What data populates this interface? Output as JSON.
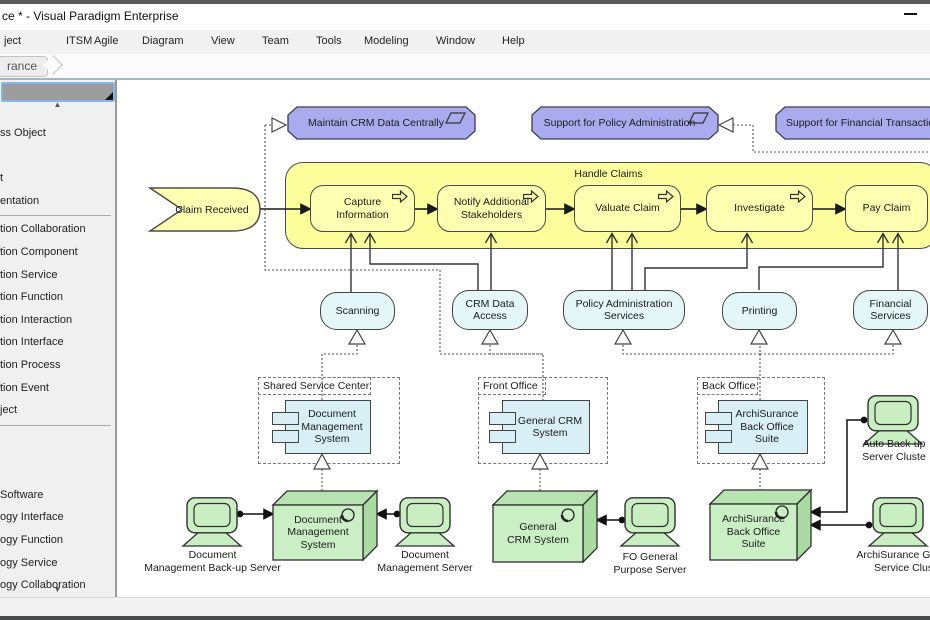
{
  "window": {
    "title": "ce * - Visual Paradigm Enterprise",
    "minimize": "minimize"
  },
  "menu": {
    "items": [
      "ject",
      "ITSM",
      "Agile",
      "Diagram",
      "View",
      "Team",
      "Tools",
      "Modeling",
      "Window",
      "Help"
    ]
  },
  "breadcrumb": {
    "item": "rance"
  },
  "palette": {
    "scroll_up": "▲",
    "scroll_down": "▼",
    "items": [
      {
        "label": "ss Object"
      },
      {
        "label": ""
      },
      {
        "label": "t"
      },
      {
        "label": "entation"
      },
      {
        "divider": true
      },
      {
        "label": "tion Collaboration"
      },
      {
        "label": "tion Component"
      },
      {
        "label": "tion Service"
      },
      {
        "label": "tion Function"
      },
      {
        "label": "tion Interaction"
      },
      {
        "label": "tion Interface"
      },
      {
        "label": "tion Process"
      },
      {
        "label": "tion Event"
      },
      {
        "label": "ject"
      },
      {
        "divider": true
      },
      {
        "label": "",
        "tall": true
      },
      {
        "label": "",
        "tall": true
      },
      {
        "label": "Software"
      },
      {
        "label": "ogy Interface"
      },
      {
        "label": "ogy Function"
      },
      {
        "label": "ogy Service"
      },
      {
        "label": "ogy Collaboration"
      }
    ]
  },
  "colors": {
    "app_service_fill": "#a9abee",
    "yellow_container_fill": "#fcff9b",
    "yellow_process_fill": "#feffb0",
    "cyan_service_fill": "#e3f6f8",
    "component_fill": "#d8eff6",
    "node_fill": "#cbefc5",
    "selection_border": "#84b6e8"
  },
  "diagram": {
    "app_services": [
      {
        "label": "Maintain CRM Data Centrally"
      },
      {
        "label": "Support for Policy Administration"
      },
      {
        "label": "Support for Financial Transactio"
      }
    ],
    "container": {
      "label": "Handle Claims"
    },
    "event": {
      "label": "Claim Received"
    },
    "processes": [
      {
        "label": "Capture\nInformation"
      },
      {
        "label": "Notify Additional\nStakeholders"
      },
      {
        "label": "Valuate Claim"
      },
      {
        "label": "Investigate"
      },
      {
        "label": "Pay Claim"
      }
    ],
    "services": [
      {
        "label": "Scanning"
      },
      {
        "label": "CRM Data\nAccess"
      },
      {
        "label": "Policy Administration\nServices"
      },
      {
        "label": "Printing"
      },
      {
        "label": "Financial\nServices"
      }
    ],
    "groups": [
      {
        "label": "Shared Service Center"
      },
      {
        "label": "Front Office"
      },
      {
        "label": "Back Office"
      }
    ],
    "components": [
      {
        "label": "Document\nManagement\nSystem"
      },
      {
        "label": "General CRM\nSystem"
      },
      {
        "label": "ArchiSurance\nBack Office\nSuite"
      }
    ],
    "nodes": [
      {
        "label": "Document\nManagement\nSystem"
      },
      {
        "label": "General\nCRM System"
      },
      {
        "label": "ArchiSurance\nBack Office\nSuite"
      }
    ],
    "devices": [
      {
        "label": "Document\nManagement Back-up Server"
      },
      {
        "label": "Document\nManagement Server"
      },
      {
        "label": "FO General\nPurpose Server"
      },
      {
        "label": "Auto Back-up\nServer Cluste"
      },
      {
        "label": "ArchiSurance General\nService Cluste"
      }
    ]
  }
}
